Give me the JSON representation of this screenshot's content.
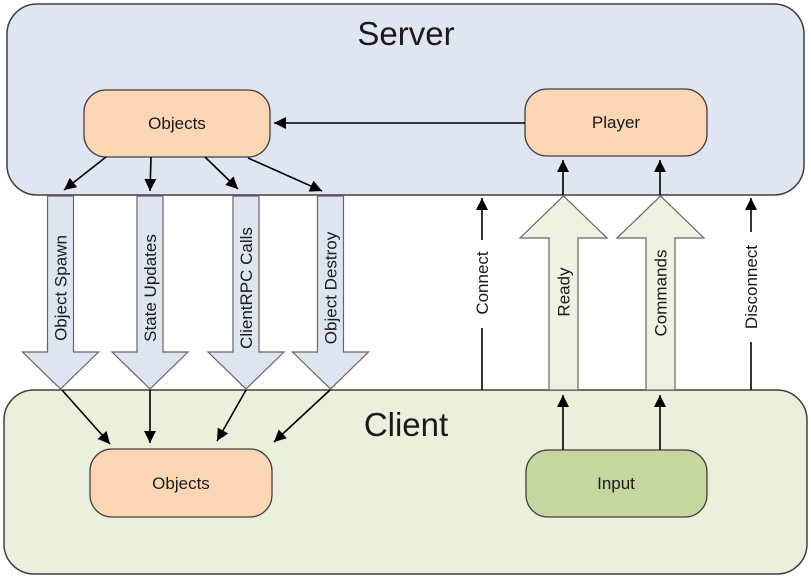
{
  "server": {
    "title": "Server",
    "nodes": [
      {
        "label": "Objects"
      },
      {
        "label": "Player"
      }
    ]
  },
  "client": {
    "title": "Client",
    "nodes": [
      {
        "label": "Objects"
      },
      {
        "label": "Input"
      }
    ]
  },
  "server_to_client_arrows": [
    {
      "label": "Object Spawn"
    },
    {
      "label": "State Updates"
    },
    {
      "label": "ClientRPC Calls"
    },
    {
      "label": "Object Destroy"
    }
  ],
  "client_to_server_arrows": [
    {
      "label": "Connect"
    },
    {
      "label": "Ready"
    },
    {
      "label": "Commands"
    },
    {
      "label": "Disconnect"
    }
  ],
  "colors": {
    "server_fill": "#e0e5f2",
    "client_fill": "#eaf0dc",
    "node_orange": "#fbd6b5",
    "node_green": "#c5d79e",
    "arrow_blue": "#dfe4f1",
    "arrow_green": "#edf2e2"
  }
}
